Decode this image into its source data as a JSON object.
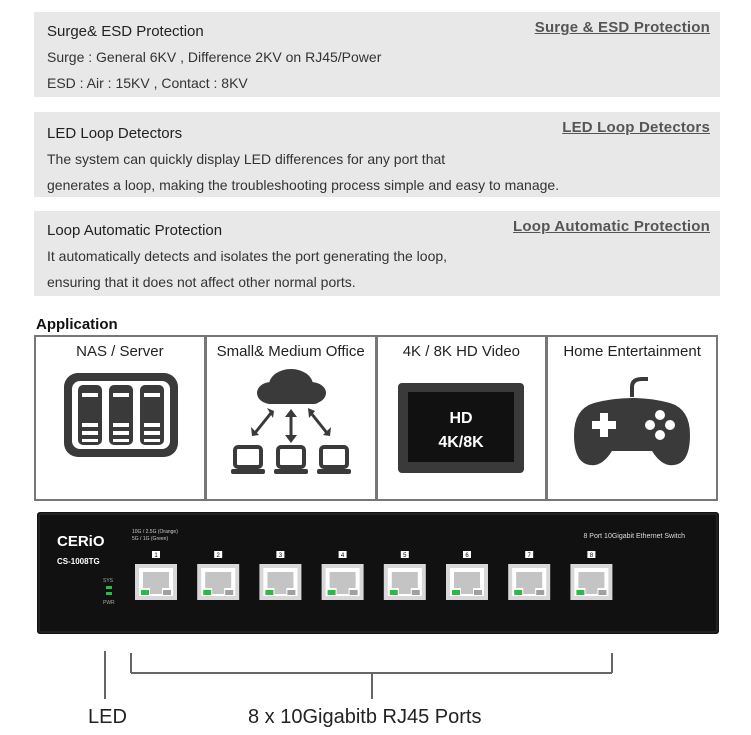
{
  "features": [
    {
      "title": "Surge& ESD Protection",
      "link": "Surge & ESD Protection",
      "lines": [
        "Surge : General 6KV , Difference 2KV  on RJ45/Power",
        "ESD : Air : 15KV , Contact : 8KV"
      ]
    },
    {
      "title": "LED Loop Detectors",
      "link": "LED Loop Detectors",
      "lines": [
        "The system can quickly display LED differences for any port that",
        "generates a loop, making the troubleshooting process simple and easy to manage."
      ]
    },
    {
      "title": "Loop Automatic Protection",
      "link": "Loop Automatic Protection",
      "lines": [
        "It automatically detects and isolates the port generating the loop,",
        "ensuring that it does not affect other normal ports."
      ]
    }
  ],
  "application": {
    "label": "Application",
    "items": [
      {
        "caption": "NAS / Server",
        "icon": "nas-server-icon"
      },
      {
        "caption": "Small& Medium Office",
        "icon": "cloud-network-icon"
      },
      {
        "caption": "4K / 8K HD Video",
        "icon": "hd-screen-icon",
        "screen_line1": "HD",
        "screen_line2": "4K/8K"
      },
      {
        "caption": "Home Entertainment",
        "icon": "gamepad-icon"
      }
    ]
  },
  "switch": {
    "brand": "CERiO",
    "model": "CS-1008TG",
    "description": "8 Port 10Gigabit Ethernet Switch",
    "legend_line1": "10G    /   2.5G (Orange)",
    "legend_line2": "5G     /    1G  (Green)",
    "sys_label": "SYS",
    "pwr_label": "PWR",
    "ports": [
      "1",
      "2",
      "3",
      "4",
      "5",
      "6",
      "7",
      "8"
    ]
  },
  "captions": {
    "led": "LED",
    "ports": "8 x 10Gigabitb RJ45 Ports"
  },
  "colors": {
    "panel_bg": "#e8e8e8",
    "switch_body": "#111111",
    "led_green": "#2fb84a",
    "led_gray": "#a0a0a0",
    "icon_dark": "#3a3a3a"
  }
}
